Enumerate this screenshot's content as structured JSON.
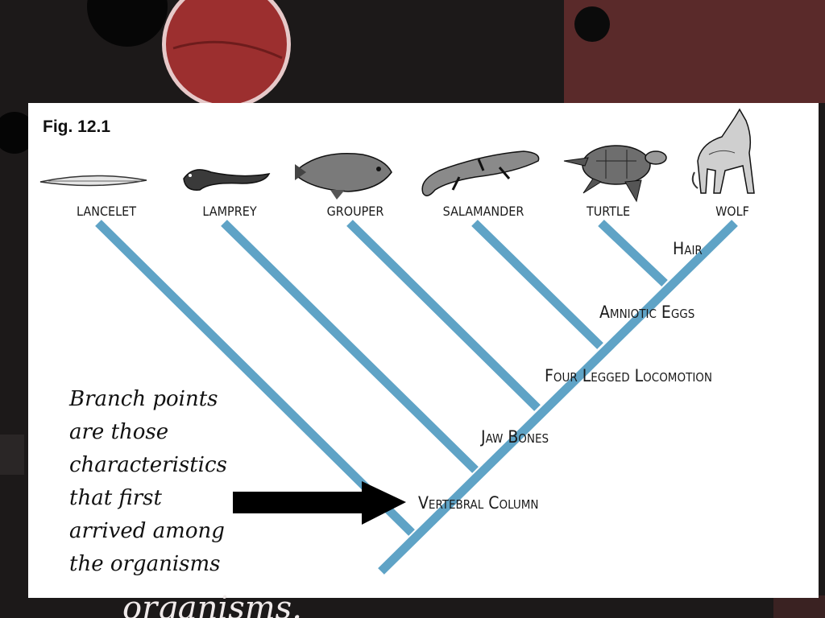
{
  "figure": {
    "label": "Fig. 12.1"
  },
  "taxa": [
    {
      "name": "LANCELET",
      "icon": "lancelet-icon"
    },
    {
      "name": "LAMPREY",
      "icon": "lamprey-icon"
    },
    {
      "name": "GROUPER",
      "icon": "grouper-icon"
    },
    {
      "name": "SALAMANDER",
      "icon": "salamander-icon"
    },
    {
      "name": "TURTLE",
      "icon": "turtle-icon"
    },
    {
      "name": "WOLF",
      "icon": "wolf-icon"
    }
  ],
  "traits": [
    "Vertebral Column",
    "Jaw Bones",
    "Four Legged Locomotion",
    "Amniotic Eggs",
    "Hair"
  ],
  "note": {
    "lines": [
      "Branch points",
      "are those",
      "characteristics",
      "that first",
      "arrived among",
      "the organisms"
    ]
  },
  "background_text": "organisms.",
  "colors": {
    "branch": "#5fa3c6",
    "arrow": "#000000",
    "panel": "#ffffff",
    "backdrop": "#1b1818",
    "accent_circle": "#9c2f2f"
  }
}
